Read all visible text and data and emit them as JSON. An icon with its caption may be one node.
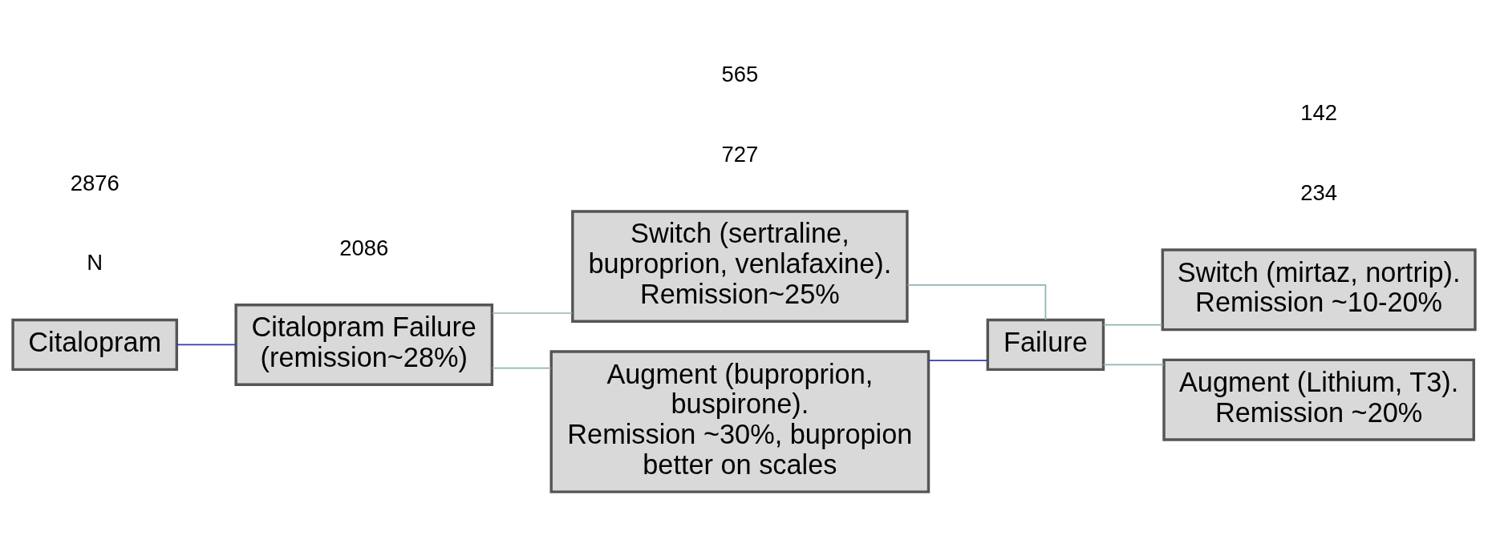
{
  "diagram": {
    "nodes": [
      {
        "text": [
          "Citalopram"
        ]
      },
      {
        "text": [
          "Citalopram Failure (remission~28%)"
        ]
      },
      {
        "text": [
          "Switch (sertraline, buproprion, venlafaxine). Remission~25%"
        ]
      },
      {
        "text": [
          "Augment (buproprion, buspirone).",
          "Remission ~30%, bupropion better on scales"
        ]
      },
      {
        "text": [
          "Failure"
        ]
      },
      {
        "text": [
          "Switch (mirtaz, nortrip). Remission ~10-20%"
        ]
      },
      {
        "text": [
          "Augment (Lithium, T3). Remission ~20%"
        ]
      }
    ],
    "edges": [
      {
        "from": 0,
        "to": 1,
        "arrow": "none",
        "color": "#3a3ab0"
      },
      {
        "from": 1,
        "to": 2,
        "arrow": "none"
      },
      {
        "from": 1,
        "to": 3,
        "arrow": "none"
      },
      {
        "from": 2,
        "to": 4,
        "arrow": "none"
      },
      {
        "from": 3,
        "to": 4,
        "arrow": "none",
        "color": "#3a3ab0"
      },
      {
        "from": 4,
        "to": 5,
        "arrow": "none"
      },
      {
        "from": 4,
        "to": 6,
        "arrow": "none"
      }
    ],
    "labels": [
      "N",
      "2876",
      "2086",
      "727",
      "234",
      "565",
      "142"
    ]
  }
}
